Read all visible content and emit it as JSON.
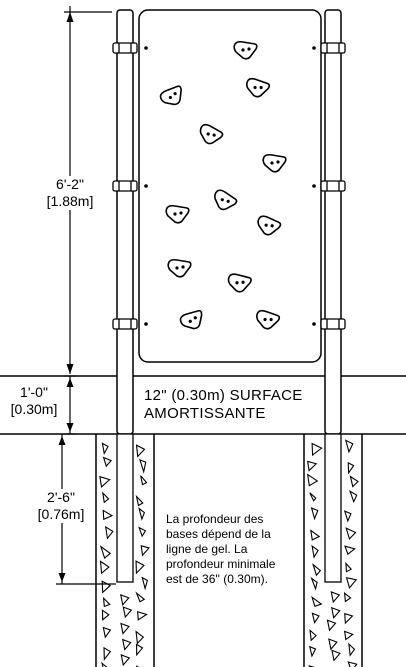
{
  "dimensions": {
    "panel_height": {
      "imperial": "6'-2\"",
      "metric": "[1.88m]"
    },
    "surface_depth": {
      "imperial": "1'-0\"",
      "metric": "[0.30m]"
    },
    "footing_depth": {
      "imperial": "2'-6\"",
      "metric": "[0.76m]"
    }
  },
  "surface": {
    "line1": "12\" (0.30m) SURFACE",
    "line2": "AMORTISSANTE"
  },
  "footing_note": {
    "line1": "La profondeur des",
    "line2": "bases dépend de la",
    "line3": "ligne de gel. La",
    "line4": "profondeur minimale",
    "line5": "est de 36'' (0.30m)."
  },
  "colors": {
    "line": "#000000",
    "background": "#ffffff"
  }
}
